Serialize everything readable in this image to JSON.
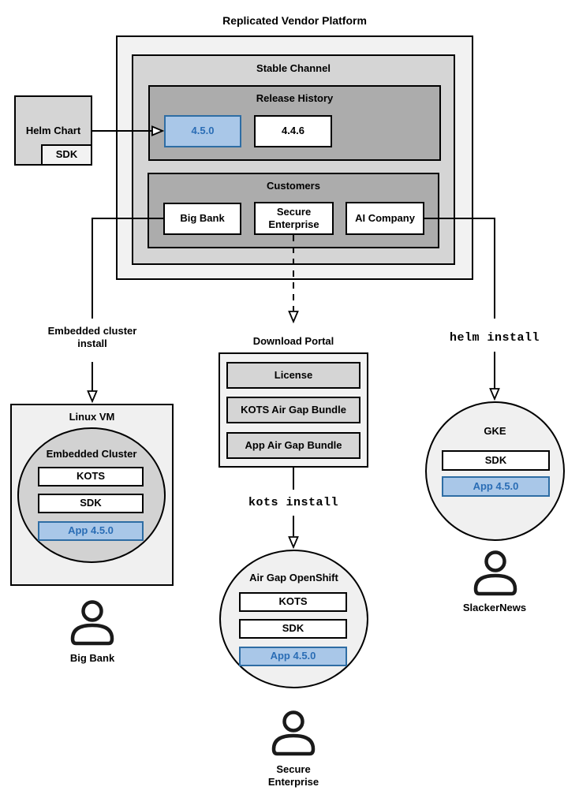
{
  "title": "Replicated Vendor Platform",
  "colors": {
    "highlight_fill": "#A9C7E8",
    "highlight_border": "#2E6DA4",
    "highlight_text": "#2A6DB5",
    "outer_gray": "#F2F2F2",
    "mid_gray": "#D5D5D5",
    "dark_gray": "#ACACAC",
    "line_black": "#000000"
  },
  "platform": {
    "stable_channel": "Stable Channel",
    "release_history": {
      "title": "Release History",
      "current": "4.5.0",
      "previous": "4.4.6"
    },
    "customers": {
      "title": "Customers",
      "big_bank": "Big Bank",
      "secure_enterprise": "Secure Enterprise",
      "ai_company": "AI Company"
    }
  },
  "helm_chart": {
    "title": "Helm Chart",
    "sdk": "SDK"
  },
  "big_bank_flow": {
    "edge": "Embedded cluster install",
    "vm_title": "Linux VM",
    "cluster_title": "Embedded Cluster",
    "components": {
      "kots": "KOTS",
      "sdk": "SDK",
      "app": "App 4.5.0"
    },
    "persona": "Big Bank"
  },
  "secure_flow": {
    "portal_title": "Download Portal",
    "portal_items": {
      "license": "License",
      "kots_bundle": "KOTS Air Gap Bundle",
      "app_bundle": "App Air Gap Bundle"
    },
    "edge": "kots install",
    "cluster_title": "Air Gap OpenShift",
    "components": {
      "kots": "KOTS",
      "sdk": "SDK",
      "app": "App 4.5.0"
    },
    "persona": "Secure Enterprise"
  },
  "slackernews_flow": {
    "edge": "helm install",
    "cluster_title": "GKE",
    "components": {
      "sdk": "SDK",
      "app": "App 4.5.0"
    },
    "persona": "SlackerNews"
  }
}
